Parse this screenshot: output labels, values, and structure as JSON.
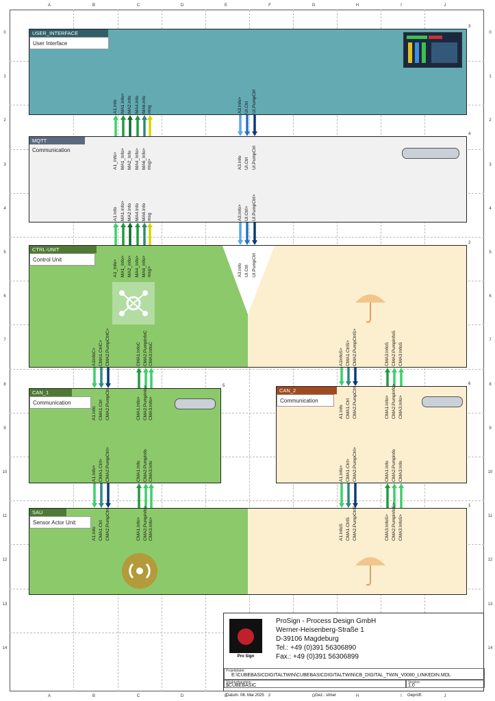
{
  "columns": [
    "A",
    "B",
    "C",
    "D",
    "E",
    "F",
    "G",
    "H",
    "I",
    "J"
  ],
  "rows": [
    "0",
    "1",
    "2",
    "3",
    "4",
    "5",
    "6",
    "7",
    "8",
    "9",
    "10",
    "11",
    "12",
    "13",
    "14"
  ],
  "blocks": {
    "ui": {
      "tag": "USER_INTERFACE",
      "title": "User Interface",
      "number": "3"
    },
    "mqtt": {
      "tag": "MQTT",
      "title": "Communication",
      "number": "4"
    },
    "ctrl": {
      "tag": "CTRL-UNIT",
      "title": "Control Unit",
      "number": "2"
    },
    "can1": {
      "tag": "CAN_1",
      "title": "Communication",
      "number": "5"
    },
    "can2": {
      "tag": "CAN_2",
      "title": "Communication",
      "number": "6"
    },
    "sau": {
      "tag": "SAU",
      "title": "Sensor Actor Unit",
      "number": "1"
    }
  },
  "signals": {
    "ui_bottom_left": [
      "A1.Info",
      "MA1.Info>",
      "MA2.Info",
      "MA4.Info",
      "MA6.Info",
      "msg"
    ],
    "ui_bottom_mid": [
      "A3.Info>",
      "UI.Ctrl",
      "UI.PumpCtrl"
    ],
    "mqtt_top_left": [
      "A1_Info>",
      "MA1_Info>",
      "MA2_Info",
      "MA4_Info>",
      "MA6_Info>",
      "msg>"
    ],
    "mqtt_top_mid": [
      "A3.Info",
      "UI.Ctrl",
      "UI.PumpCtrl"
    ],
    "mqtt_bottom_left": [
      "A1.Info",
      "MA1.Info>",
      "MA2.Info",
      "MA4.Info",
      "MA6.Info",
      "msg"
    ],
    "mqtt_bottom_mid": [
      "A3.Info>",
      "UI.Ctrl>",
      "UI.PumpCtrl>"
    ],
    "ctrl_top_left": [
      "A1_Info>",
      "MA1_Info>",
      "MA2_Info>",
      "MA4_Info>",
      "MA6_Info>",
      "msg>"
    ],
    "ctrl_top_mid": [
      "A3.Info",
      "UI.Ctrl",
      "UI.PumpCtrl"
    ],
    "ctrl_bottom_l1": [
      "A1InfoC>",
      "CMA1.CtrlC>",
      "CMA2.PumpCtrlC>"
    ],
    "ctrl_bottom_l2": [
      "CMA1.InfoC",
      "CMA2.PumpInfoC",
      "CMA3.InfoC"
    ],
    "ctrl_bottom_r1": [
      "A1InfoS>",
      "CMA1.CtrlS>",
      "CMA2.PumpCtrlS>"
    ],
    "ctrl_bottom_r2": [
      "CMA3.InfoS",
      "CMA2.PumpInfoS",
      "CMA3.InfoS"
    ],
    "can1_top_1": [
      "A1.Info",
      "CMA1.Ctrl",
      "CMA2.PumpCtrl"
    ],
    "can1_top_2": [
      "CMA1.Info>",
      "CMA2.PumpInfo>",
      "CMA3.Info>"
    ],
    "can1_bottom_1": [
      "A1.Info>",
      "CMA1.Ctrl>",
      "CMA2.PumpCtrl>"
    ],
    "can1_bottom_2": [
      "CMA1.Info",
      "CMA2.PumpInfo",
      "CMA3.Info"
    ],
    "can2_top_1": [
      "A1.Info",
      "CMA1.Ctrl",
      "CMA2.PumpCtrl"
    ],
    "can2_top_2": [
      "CMA1.Info>",
      "CMA2.PumpInfo>",
      "CMA3.Info>"
    ],
    "can2_bottom_1": [
      "A1.Info>",
      "CMA1.Ctrl>",
      "CMA2.PumpCtrl>"
    ],
    "can2_bottom_2": [
      "CMA1.Info",
      "CMA2.PumpInfo",
      "CMA3.Info"
    ],
    "sau_top_l1": [
      "A1.Info",
      "CMA1.Ctrl",
      "CMA2.PumpCtrl"
    ],
    "sau_top_l2": [
      "CMA1.Info>",
      "CMA2.PumpInfo>",
      "CMA3.Info>"
    ],
    "sau_top_r1": [
      "A1.InfoS",
      "CMA1.CtrlS",
      "CMA2.PumpCtrlS"
    ],
    "sau_top_r2": [
      "CMA3.InfoS>",
      "CMA2.PumpInfoS>",
      "CMA3.InfoS>"
    ]
  },
  "title_block": {
    "company": "ProSign - Process Design GmbH",
    "street": "Werner-Heisenberg-Straße 1",
    "city": "D-39106 Magdeburg",
    "tel": "Tel.: +49 (0)391 56306890",
    "fax": "Fax.: +49 (0)391 56306899",
    "logo_text": "Pro Sign",
    "project_label": "Projektdatei:",
    "project_value": "E:\\CUBEBASICDIGITALTWIN\\CUBEBASICDIGITALTWIN\\CB_DIGITAL_TWIN_V0080_LINKEDIN.MDL",
    "structure_label": "Strukturbaustein:",
    "structure_value": "$CUBEBASIC",
    "version_label": "Version:",
    "version_value": "1.0",
    "date_value": "Datum: 08. Mai 2025",
    "drawn_value": "Gez.: stmer",
    "checked_value": "Geprüft:"
  },
  "colors": {
    "ui_bg": "#63aab3",
    "mqtt_bg": "#f1f1f1",
    "green_bg": "#8cc96a",
    "sand_bg": "#fcefcf",
    "arrow_light_green": "#3ecf6a",
    "arrow_green": "#1f9a3f",
    "arrow_dark_green": "#0f6a2a",
    "arrow_teal": "#2e8a7a",
    "arrow_yellow": "#d8d400",
    "arrow_light_blue": "#5aa5e8",
    "arrow_blue": "#1f72c8",
    "arrow_dark_blue": "#0c3a78"
  }
}
